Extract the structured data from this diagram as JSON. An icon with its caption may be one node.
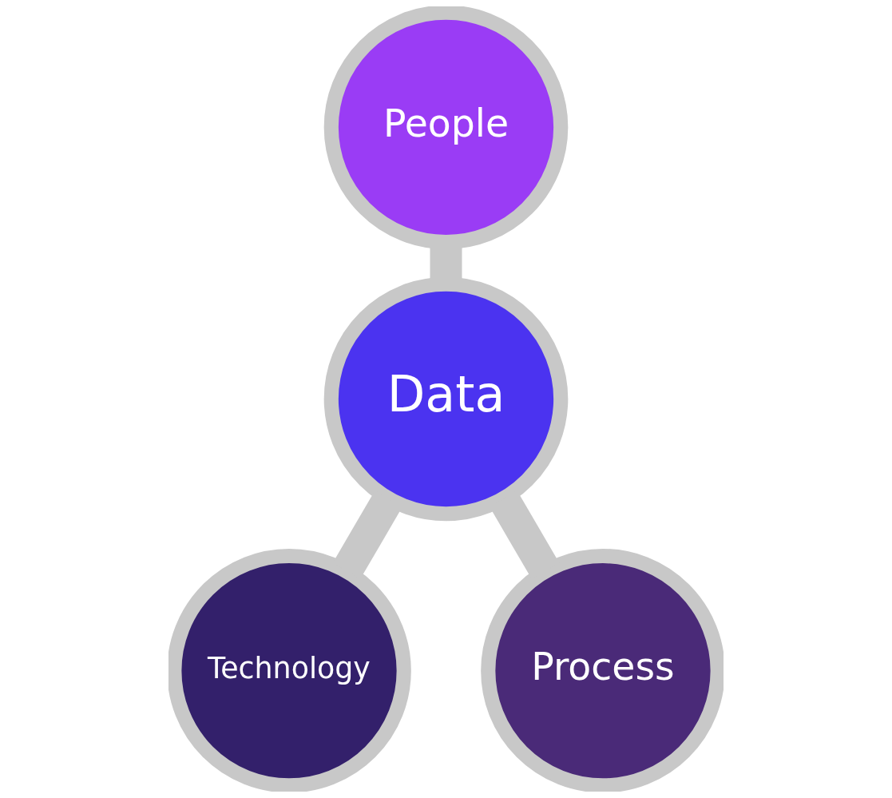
{
  "diagram": {
    "nodes": [
      {
        "text": [
          "People"
        ]
      },
      {
        "text": [
          "Data"
        ]
      },
      {
        "text": [
          "Technology"
        ]
      },
      {
        "text": [
          "Process"
        ]
      }
    ],
    "edges": [
      {
        "from": 1,
        "to": 0,
        "arrow": "none"
      },
      {
        "from": 1,
        "to": 2,
        "arrow": "none"
      },
      {
        "from": 1,
        "to": 3,
        "arrow": "none"
      }
    ]
  }
}
